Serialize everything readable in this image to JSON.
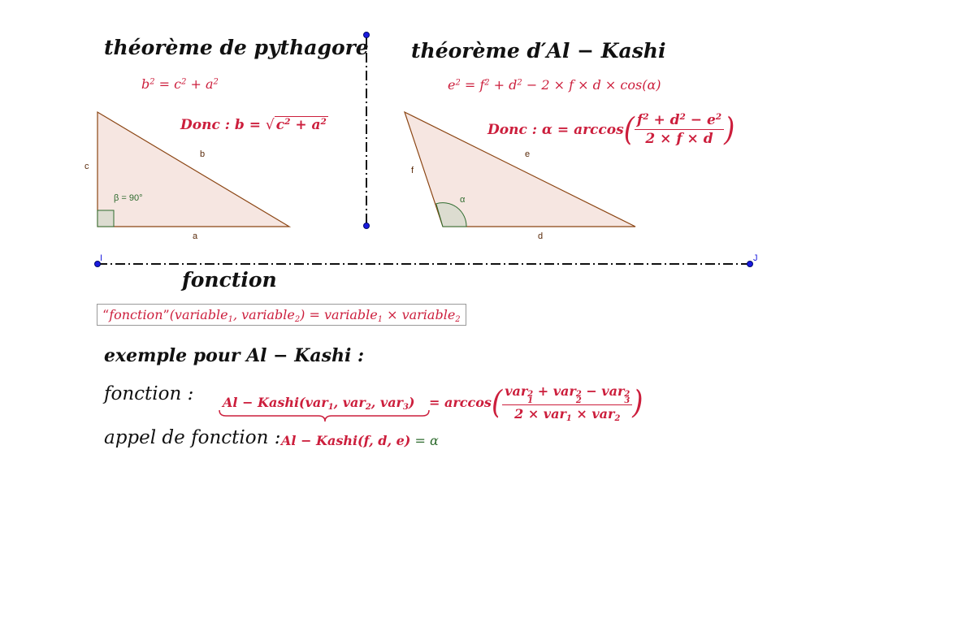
{
  "pythagore": {
    "title": "théorème de pythagore",
    "formula": {
      "lhs": "b",
      "eq": " = ",
      "t1": "c",
      "plus": " + ",
      "t2": "a",
      "exp": "2"
    },
    "donc": {
      "prefix": "Donc : ",
      "var": "b",
      "eq": " = ",
      "radicand_1": "c",
      "plus": " + ",
      "radicand_2": "a",
      "exp": "2"
    },
    "labels": {
      "a": "a",
      "b": "b",
      "c": "c",
      "angle": "β = 90°"
    }
  },
  "alkashi": {
    "title": "théorème d′Al − Kashi",
    "formula": {
      "text_1": "e",
      "text_2": " = f",
      "text_3": " + d",
      "text_4": " − 2 × f × d × cos(α)",
      "exp": "2"
    },
    "donc": {
      "prefix": "Donc : α = arccos",
      "num_1": "f",
      "num_2": " + d",
      "num_3": " − e",
      "exp": "2",
      "den": "2 × f × d"
    },
    "labels": {
      "d": "d",
      "e": "e",
      "f": "f",
      "angle": "α"
    }
  },
  "points": {
    "i": "I",
    "j": "J"
  },
  "fonction": {
    "title": "fonction",
    "definition": {
      "q1": "“",
      "name": "fonction",
      "q2": "”",
      "open": "(variable",
      "s1": "1",
      "comma": ", variable",
      "s2": "2",
      "mid": ") = variable",
      "s3": "1",
      "times": " × variable",
      "s4": "2"
    }
  },
  "exemple": {
    "title": "exemple pour Al − Kashi :",
    "fonction_label": "fonction :",
    "signature": {
      "name": "Al − Kashi(var",
      "s1": "1",
      "c1": ", var",
      "s2": "2",
      "c2": ", var",
      "s3": "3",
      "close": ")"
    },
    "result": {
      "eq": " = arccos",
      "n1": "var",
      "n1s": "1",
      "n2": " + var",
      "n2s": "2",
      "n3": " − var",
      "n3s": "3",
      "exp": "2",
      "d1": "2 × var",
      "d1s": "1",
      "d2": " × var",
      "d2s": "2"
    },
    "appel_label": "appel de fonction :",
    "appel": {
      "call": "Al − Kashi(f, d, e)",
      "eq": " = α"
    }
  },
  "colors": {
    "triangle_fill": "#f6e6e1",
    "triangle_stroke": "#8b4513",
    "angle_fill": "#dcdcd0",
    "angle_stroke": "#2e6b2e",
    "formula_red": "#cc1e3c",
    "point_blue": "#1a1adf",
    "divider": "#111111"
  }
}
